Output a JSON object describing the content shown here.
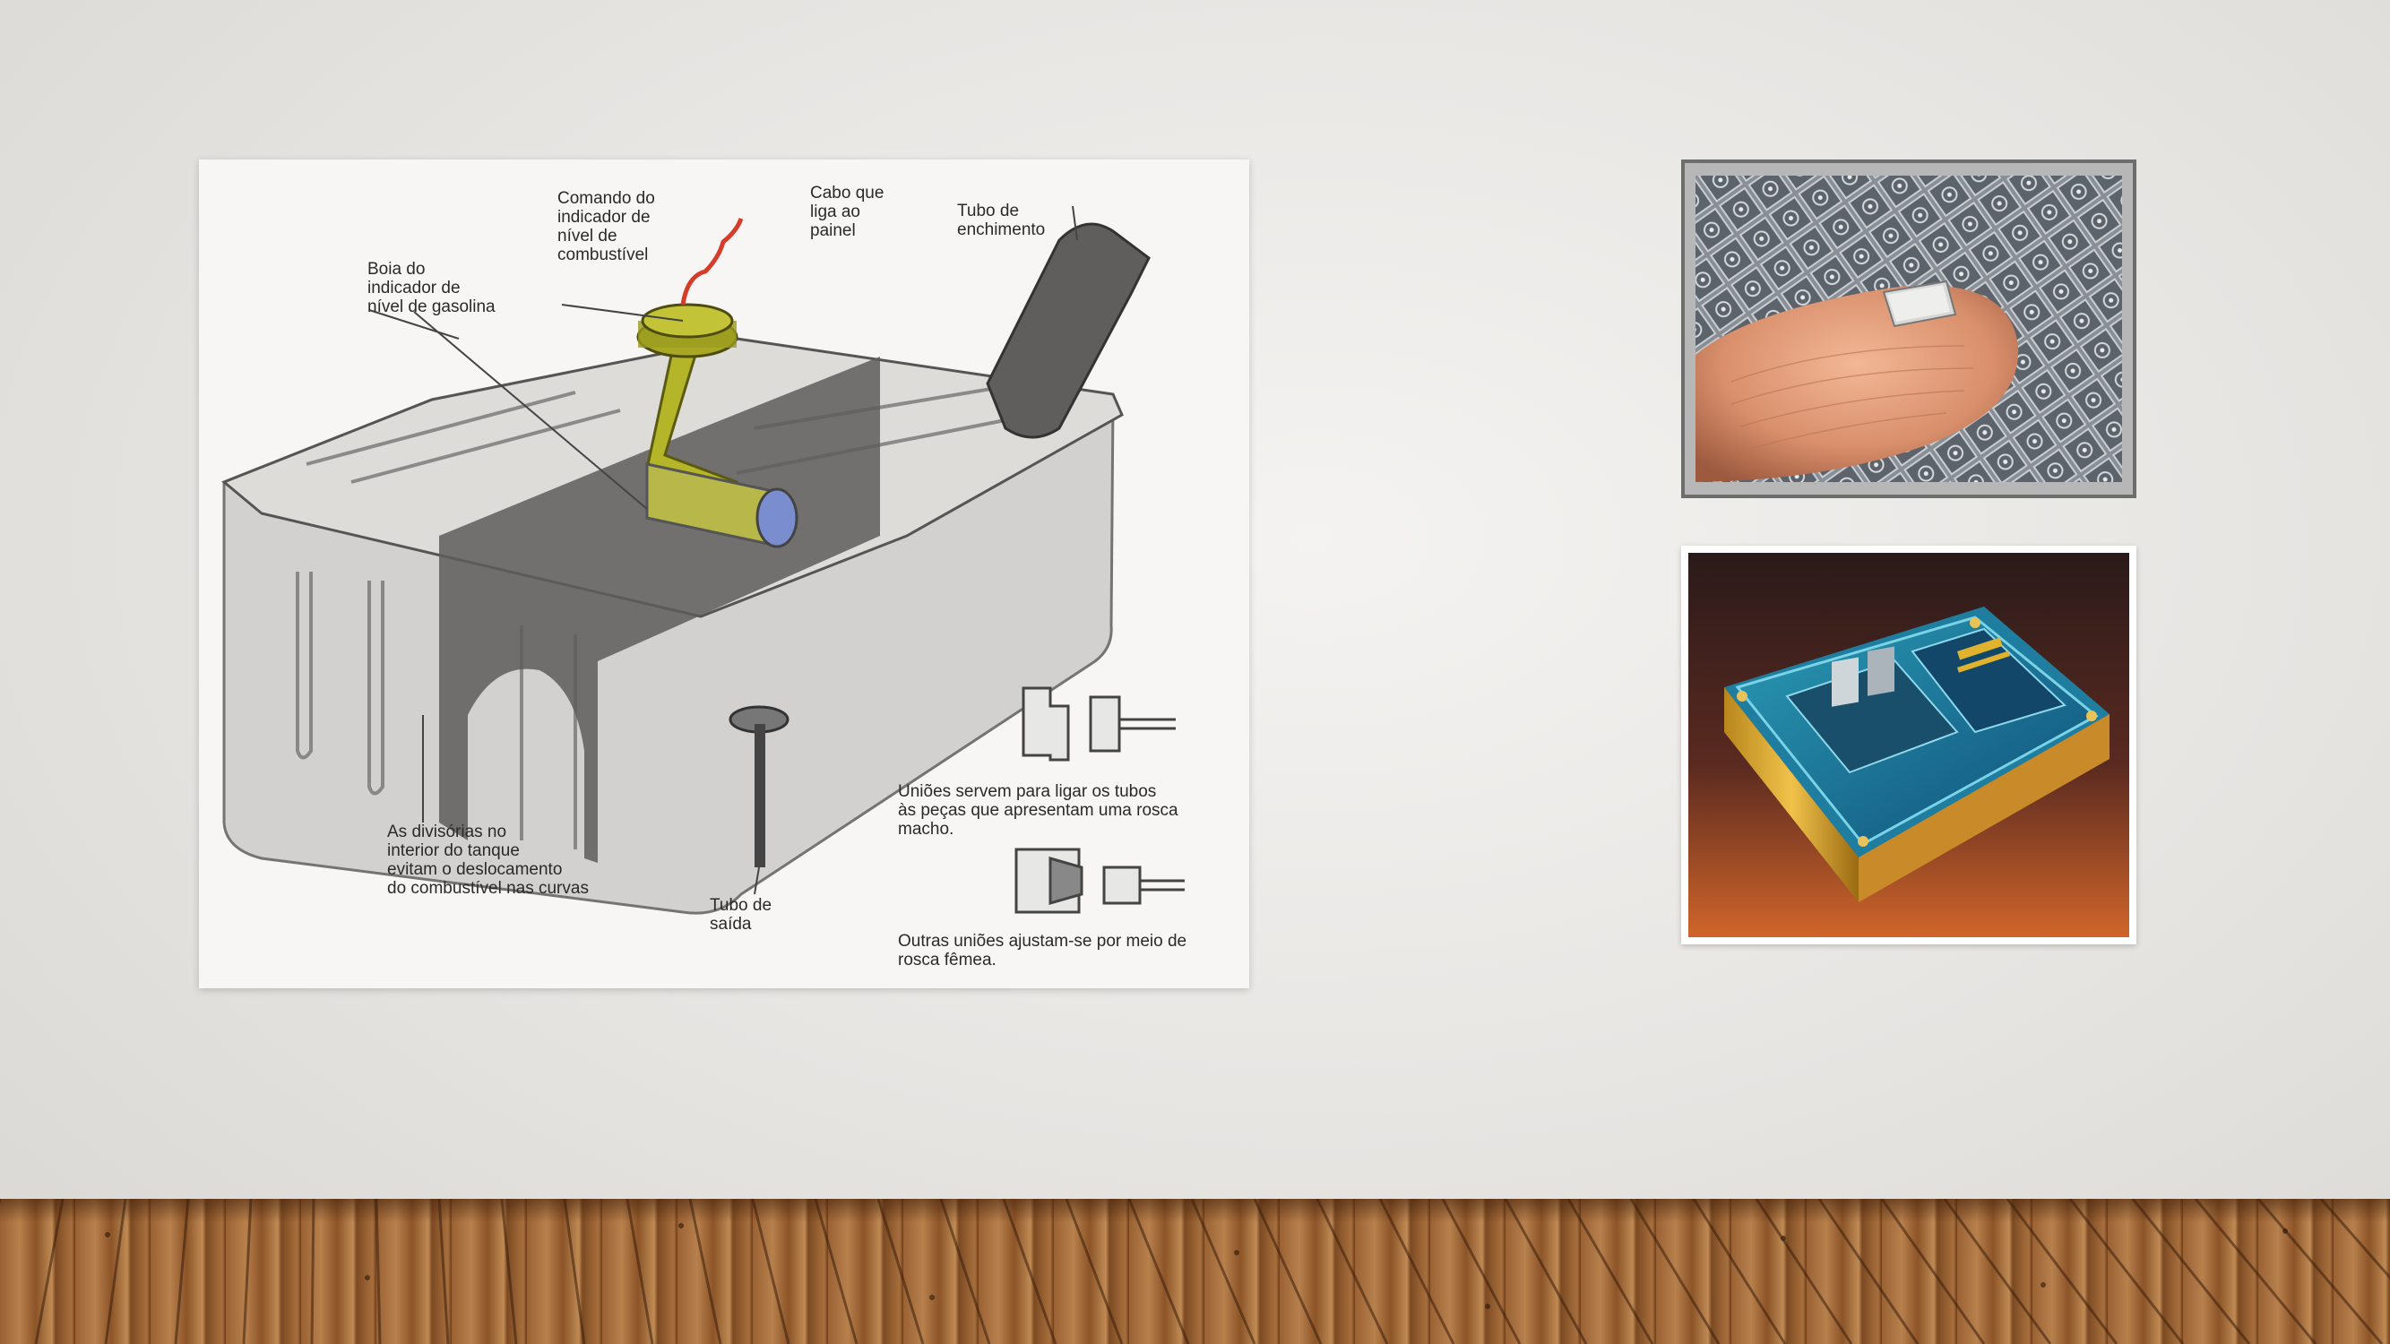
{
  "slide": {
    "colors": {
      "wall": "#e9e7e4",
      "floor": "#9a6234",
      "float_arm": "#b5b52a"
    }
  },
  "tank_diagram": {
    "labels": {
      "command": "Comando do\nindicador de\nnível de\ncombustível",
      "cable": "Cabo que\nliga ao\npainel",
      "fill_tube": "Tubo de\nenchimento",
      "float": "Boia do\nindicador de\nnível de gasolina",
      "dividers": "As divisórias no\ninterior do tanque\nevitam o deslocamento\ndo combustível nas curvas",
      "outlet_tube": "Tubo de\nsaída",
      "unions_male": "Uniões servem para ligar os tubos\nàs peças que apresentam uma rosca\nmacho.",
      "unions_female": "Outras uniões ajustam-se por meio de\nrosca fêmea."
    }
  },
  "photos": {
    "top": {
      "icon": "fingertip-microchip-photo"
    },
    "bottom": {
      "icon": "quantum-processor-render"
    }
  }
}
